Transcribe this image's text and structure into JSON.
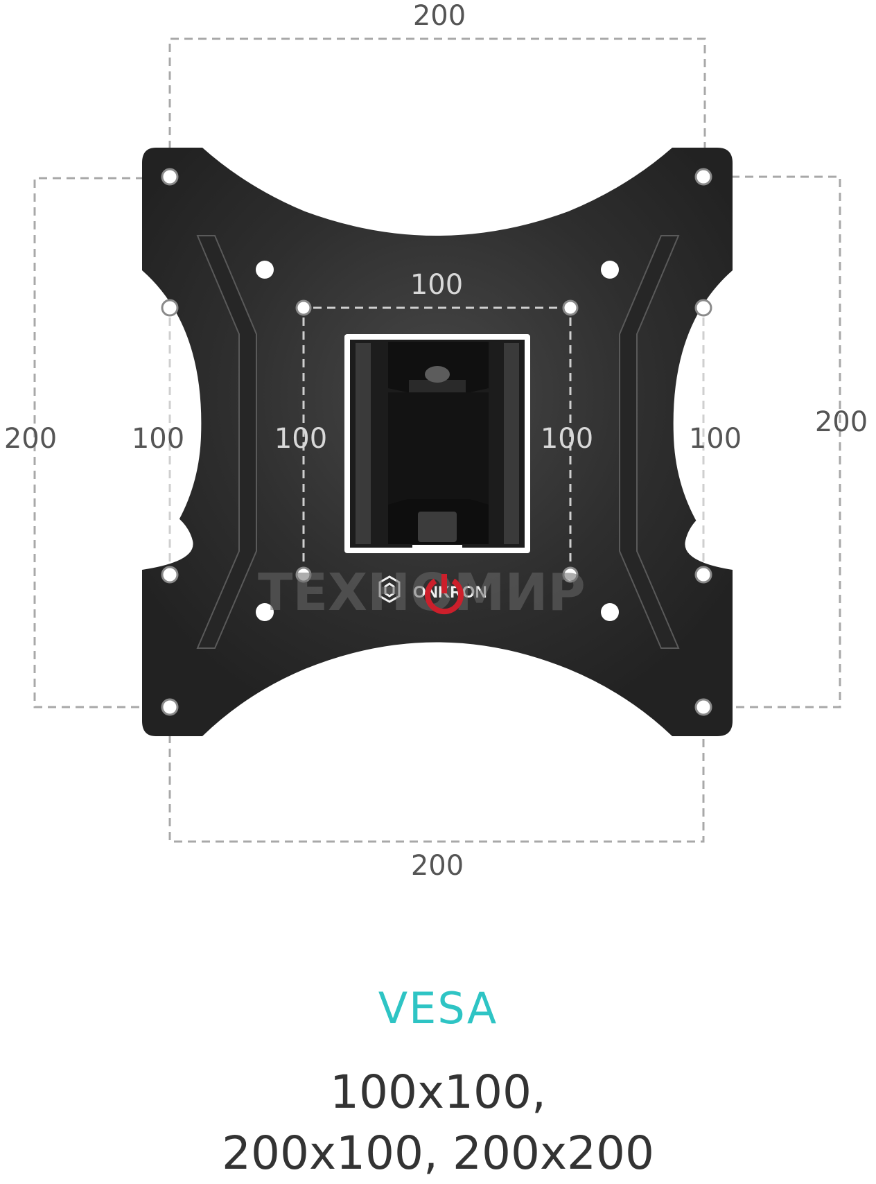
{
  "dimensions": {
    "top": "200",
    "bottom": "200",
    "left_outer": "200",
    "right_outer": "200",
    "left_inner": "100",
    "right_inner": "100",
    "inner_top": "100",
    "inner_left": "100",
    "inner_right": "100"
  },
  "brand": {
    "logo_text": "ONKRON"
  },
  "watermark": "ТЕХНОМИР",
  "vesa": {
    "title": "VESA",
    "line1": "100x100,",
    "line2": "200x100, 200x200"
  },
  "colors": {
    "accent": "#2ec4c4",
    "plate": "#2a2a2a",
    "dimension_line": "#a8a8a8",
    "dimension_text": "#555555",
    "text_dark": "#333333",
    "watermark_red": "#cc1f2b"
  }
}
